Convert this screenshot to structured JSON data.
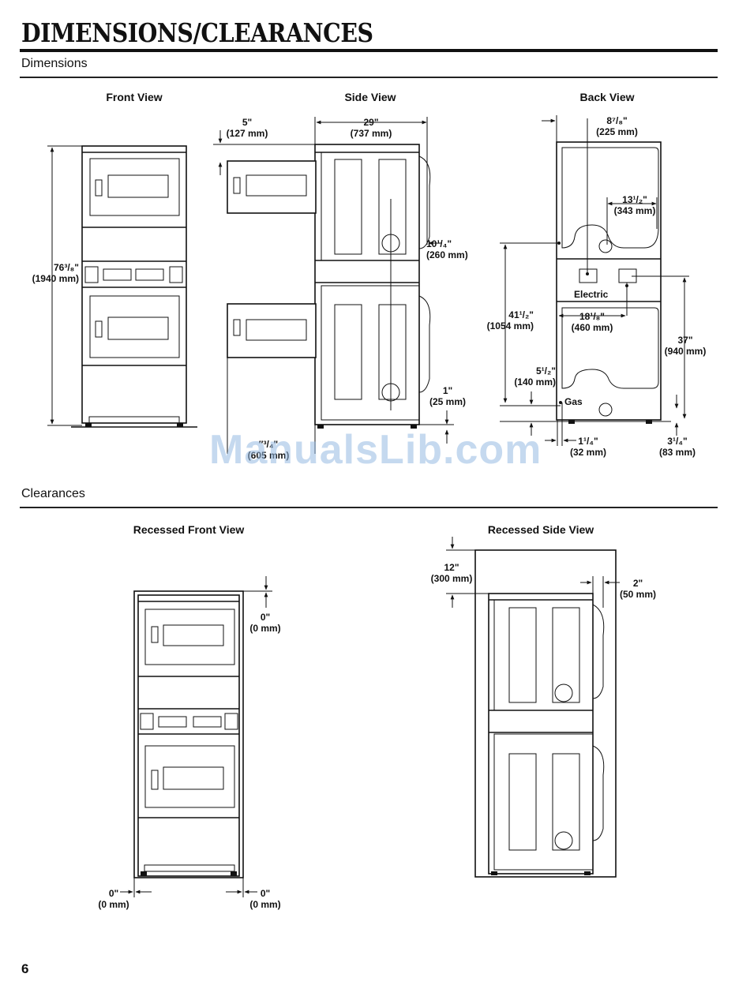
{
  "page": {
    "title": "DIMENSIONS/CLEARANCES",
    "page_number": "6",
    "watermark": "ManualsLib.com"
  },
  "dimensions": {
    "heading": "Dimensions",
    "front_view": {
      "label": "Front View",
      "height": "76³/₈\"\n(1940 mm)"
    },
    "side_view": {
      "label": "Side View",
      "top_offset": "5\"\n(127 mm)",
      "depth": "29\"\n(737 mm)",
      "vent": "10¹/₄\"\n(260 mm)",
      "foot": "1\"\n(25 mm)",
      "door_open": "″³/₄\"\n(⁠605 mm)"
    },
    "back_view": {
      "label": "Back View",
      "vent_offset": "8⁷/₈\"\n(225 mm)",
      "vent_center": "13¹/₂\"\n(343 mm)",
      "electric_label": "Electric",
      "electric_offset": "18¹/₈\"\n(460 mm)",
      "height_a": "41¹/₂\"\n(1054 mm)",
      "height_b": "37\"\n(940 mm)",
      "gas_height": "5¹/₂\"\n(140 mm)",
      "gas_label": "Gas",
      "gas_offset": "1¹/₄\"\n(32 mm)",
      "right_offset": "3¹/₄\"\n(83 mm)"
    }
  },
  "clearances": {
    "heading": "Clearances",
    "recessed_front": {
      "label": "Recessed Front View",
      "top": "0\"\n(0 mm)",
      "left": "0\"\n(0 mm)",
      "right": "0\"\n(0 mm)"
    },
    "recessed_side": {
      "label": "Recessed Side View",
      "top": "12\"\n(300 mm)",
      "rear": "2\"\n(50 mm)"
    }
  }
}
